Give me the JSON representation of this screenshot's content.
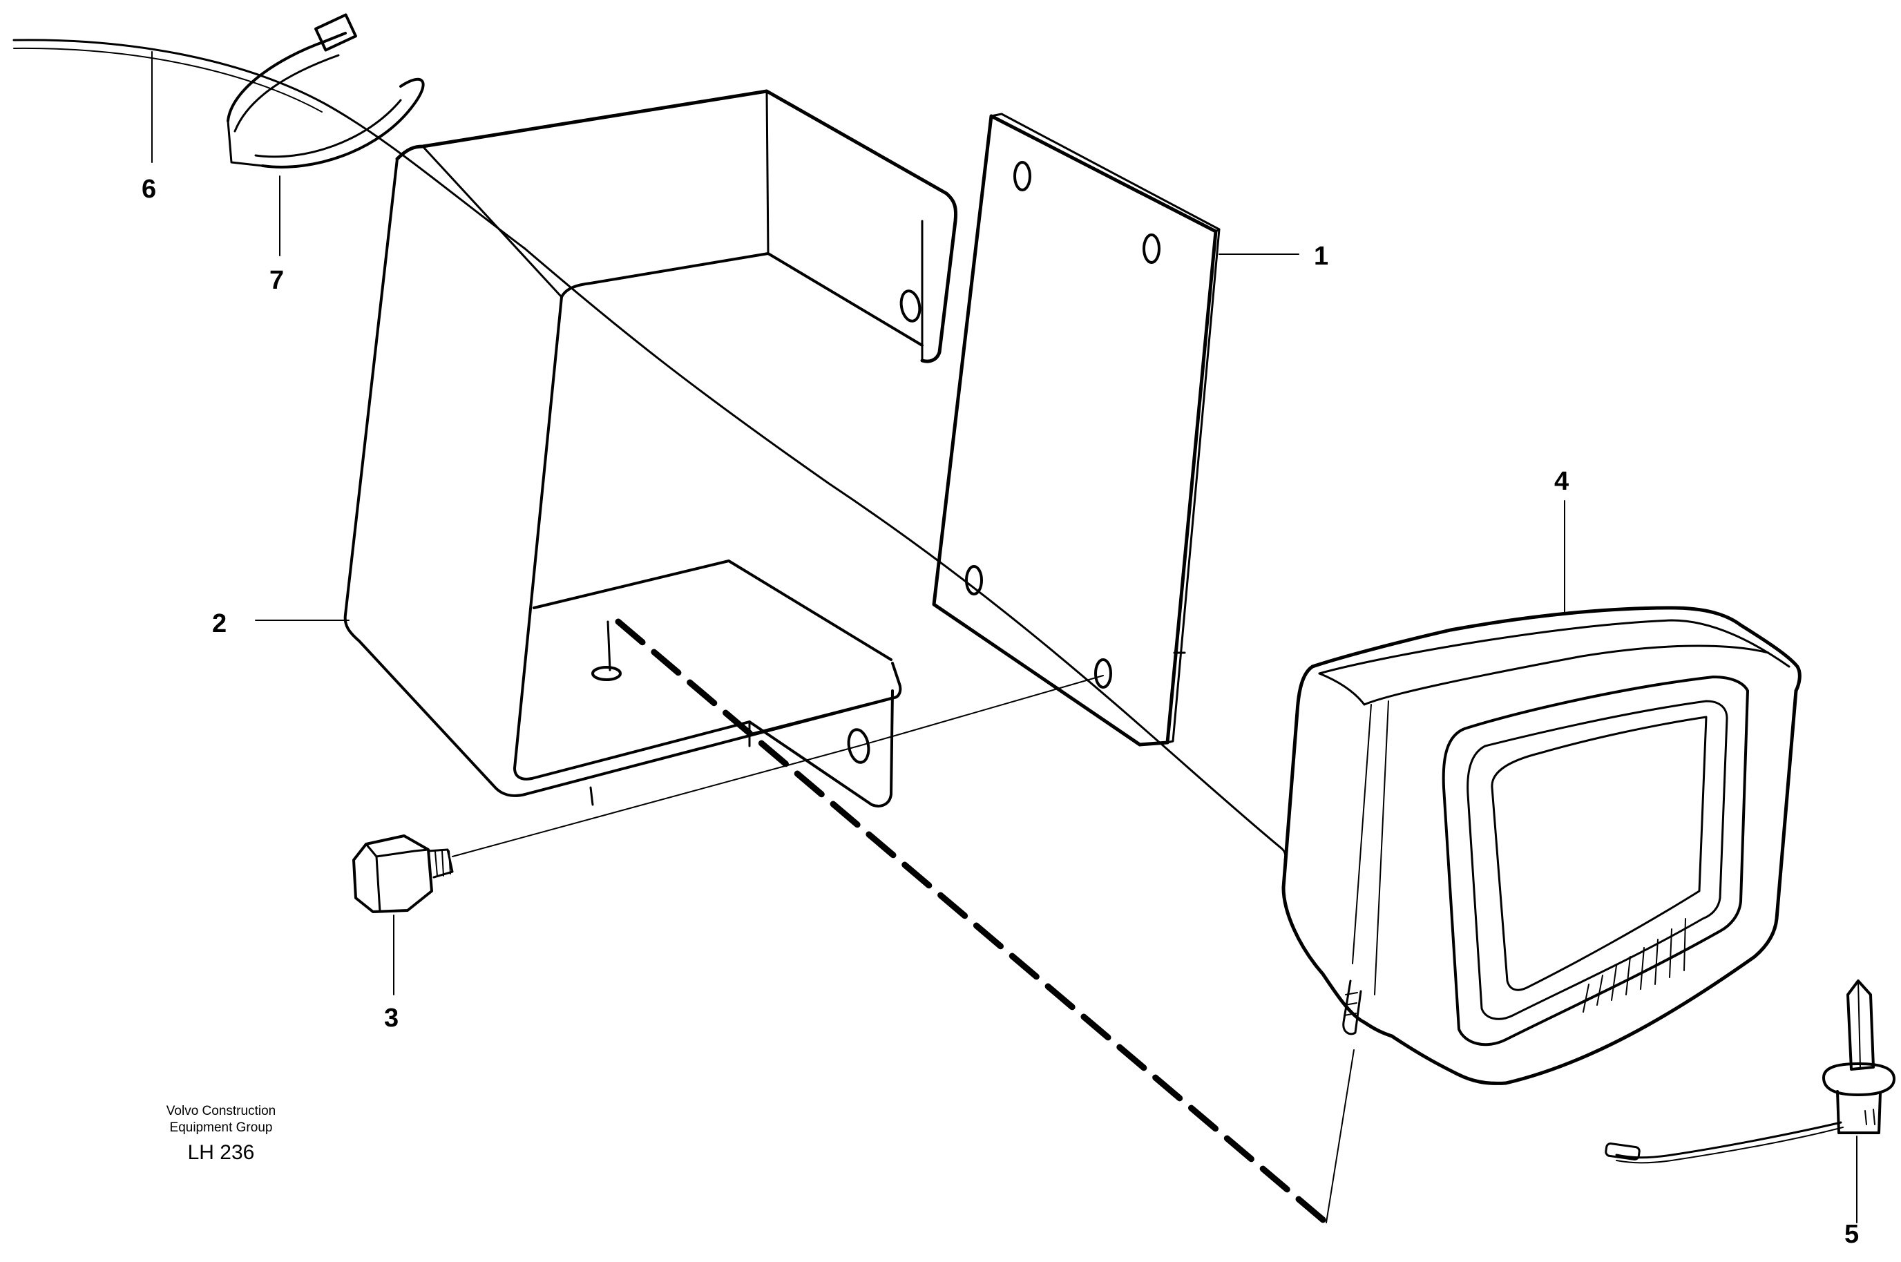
{
  "callouts": {
    "c1": "1",
    "c2": "2",
    "c3": "3",
    "c4": "4",
    "c5": "5",
    "c6": "6",
    "c7": "7"
  },
  "footer": {
    "company_line1": "Volvo Construction",
    "company_line2": "Equipment Group",
    "reference": "LH 236"
  }
}
